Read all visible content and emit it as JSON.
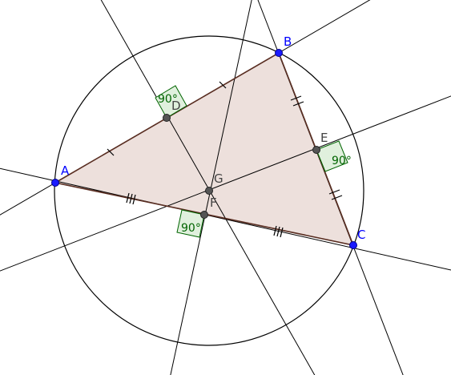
{
  "colors": {
    "vertex": "#1a1aff",
    "construct_point": "#444444",
    "line": "#000000",
    "triangle_fill": "#ede0dc",
    "triangle_stroke": "#5a2e22",
    "angle_fill": "#e0f0dd",
    "angle_stroke": "#006400",
    "label_vertex": "#0000ff",
    "label_construct": "#444444",
    "label_angle": "#006400"
  },
  "points": {
    "A": "A",
    "B": "B",
    "C": "C",
    "D": "D",
    "E": "E",
    "F": "F",
    "G": "G"
  },
  "angles": {
    "at_D": "90°",
    "at_E": "90°",
    "at_F": "90°"
  }
}
